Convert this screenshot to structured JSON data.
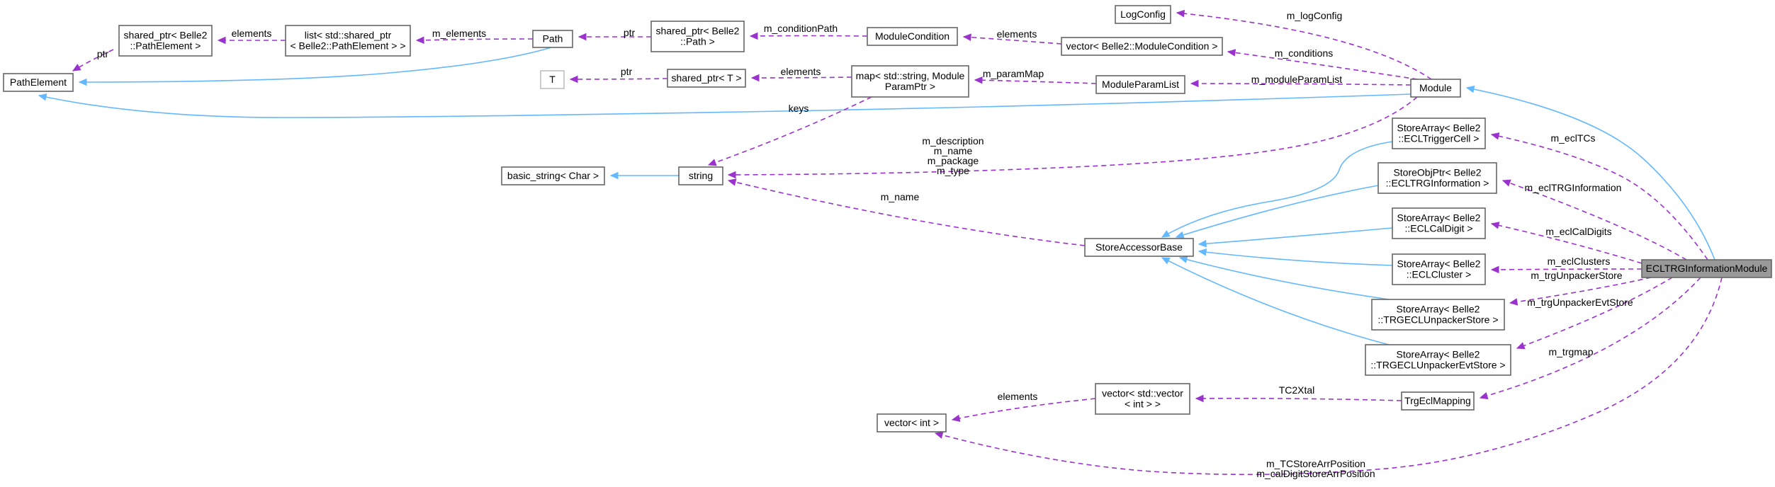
{
  "colors": {
    "inheritance_edge": "#63b8ff",
    "usage_edge": "#9a32cd",
    "node_border": "#666666",
    "focus_fill": "#999999",
    "template_border": "#bfbfbf"
  },
  "nodes": [
    {
      "id": "PathElement",
      "lines": [
        "PathElement"
      ]
    },
    {
      "id": "sp_PathElement",
      "lines": [
        "shared_ptr< Belle2",
        "::PathElement >"
      ]
    },
    {
      "id": "list_sp_PathElement",
      "lines": [
        "list< std::shared_ptr",
        "< Belle2::PathElement > >"
      ]
    },
    {
      "id": "Path",
      "lines": [
        "Path"
      ]
    },
    {
      "id": "sp_Path",
      "lines": [
        "shared_ptr< Belle2",
        "::Path >"
      ]
    },
    {
      "id": "ModuleCondition",
      "lines": [
        "ModuleCondition"
      ]
    },
    {
      "id": "vec_ModuleCondition",
      "lines": [
        "vector< Belle2::ModuleCondition >"
      ]
    },
    {
      "id": "LogConfig",
      "lines": [
        "LogConfig"
      ]
    },
    {
      "id": "T",
      "lines": [
        "T"
      ]
    },
    {
      "id": "sp_T",
      "lines": [
        "shared_ptr< T >"
      ]
    },
    {
      "id": "map_ModuleParamPtr",
      "lines": [
        "map< std::string, Module",
        "ParamPtr >"
      ]
    },
    {
      "id": "ModuleParamList",
      "lines": [
        "ModuleParamList"
      ]
    },
    {
      "id": "Module",
      "lines": [
        "Module"
      ]
    },
    {
      "id": "basic_string",
      "lines": [
        "basic_string< Char >"
      ]
    },
    {
      "id": "string",
      "lines": [
        "string"
      ]
    },
    {
      "id": "StoreAccessorBase",
      "lines": [
        "StoreAccessorBase"
      ]
    },
    {
      "id": "sa_ECLTriggerCell",
      "lines": [
        "StoreArray< Belle2",
        "::ECLTriggerCell >"
      ]
    },
    {
      "id": "sop_ECLTRGInformation",
      "lines": [
        "StoreObjPtr< Belle2",
        "::ECLTRGInformation >"
      ]
    },
    {
      "id": "sa_ECLCalDigit",
      "lines": [
        "StoreArray< Belle2",
        "::ECLCalDigit >"
      ]
    },
    {
      "id": "sa_ECLCluster",
      "lines": [
        "StoreArray< Belle2",
        "::ECLCluster >"
      ]
    },
    {
      "id": "sa_TRGECLUnpackerStore",
      "lines": [
        "StoreArray< Belle2",
        "::TRGECLUnpackerStore >"
      ]
    },
    {
      "id": "sa_TRGECLUnpackerEvtStore",
      "lines": [
        "StoreArray< Belle2",
        "::TRGECLUnpackerEvtStore >"
      ]
    },
    {
      "id": "ECLTRGInformationModule",
      "lines": [
        "ECLTRGInformationModule"
      ]
    },
    {
      "id": "TrgEclMapping",
      "lines": [
        "TrgEclMapping"
      ]
    },
    {
      "id": "vec_vec_int",
      "lines": [
        "vector< std::vector",
        "< int > >"
      ]
    },
    {
      "id": "vec_int",
      "lines": [
        "vector< int >"
      ]
    }
  ],
  "edges": [
    {
      "from": "sp_PathElement",
      "to": "PathElement",
      "kind": "usage",
      "labels": [
        "ptr"
      ]
    },
    {
      "from": "list_sp_PathElement",
      "to": "sp_PathElement",
      "kind": "usage",
      "labels": [
        "elements"
      ]
    },
    {
      "from": "Path",
      "to": "list_sp_PathElement",
      "kind": "usage",
      "labels": [
        "m_elements"
      ]
    },
    {
      "from": "Path",
      "to": "PathElement",
      "kind": "inheritance",
      "labels": []
    },
    {
      "from": "sp_Path",
      "to": "Path",
      "kind": "usage",
      "labels": [
        "ptr"
      ]
    },
    {
      "from": "ModuleCondition",
      "to": "sp_Path",
      "kind": "usage",
      "labels": [
        "m_conditionPath"
      ]
    },
    {
      "from": "vec_ModuleCondition",
      "to": "ModuleCondition",
      "kind": "usage",
      "labels": [
        "elements"
      ]
    },
    {
      "from": "Module",
      "to": "LogConfig",
      "kind": "usage",
      "labels": [
        "m_logConfig"
      ]
    },
    {
      "from": "Module",
      "to": "vec_ModuleCondition",
      "kind": "usage",
      "labels": [
        "m_conditions"
      ]
    },
    {
      "from": "Module",
      "to": "ModuleParamList",
      "kind": "usage",
      "labels": [
        "m_moduleParamList"
      ]
    },
    {
      "from": "ModuleParamList",
      "to": "map_ModuleParamPtr",
      "kind": "usage",
      "labels": [
        "m_paramMap"
      ]
    },
    {
      "from": "map_ModuleParamPtr",
      "to": "sp_T",
      "kind": "usage",
      "labels": [
        "elements"
      ]
    },
    {
      "from": "sp_T",
      "to": "T",
      "kind": "usage",
      "labels": [
        "ptr"
      ]
    },
    {
      "from": "Module",
      "to": "PathElement",
      "kind": "inheritance",
      "labels": []
    },
    {
      "from": "map_ModuleParamPtr",
      "to": "string",
      "kind": "usage",
      "labels": [
        "keys"
      ]
    },
    {
      "from": "Module",
      "to": "string",
      "kind": "usage",
      "labels": [
        "m_description",
        "m_name",
        "m_package",
        "m_type"
      ]
    },
    {
      "from": "string",
      "to": "basic_string",
      "kind": "inheritance",
      "labels": []
    },
    {
      "from": "StoreAccessorBase",
      "to": "string",
      "kind": "usage",
      "labels": [
        "m_name"
      ]
    },
    {
      "from": "sa_ECLTriggerCell",
      "to": "StoreAccessorBase",
      "kind": "inheritance",
      "labels": []
    },
    {
      "from": "sop_ECLTRGInformation",
      "to": "StoreAccessorBase",
      "kind": "inheritance",
      "labels": []
    },
    {
      "from": "sa_ECLCalDigit",
      "to": "StoreAccessorBase",
      "kind": "inheritance",
      "labels": []
    },
    {
      "from": "sa_ECLCluster",
      "to": "StoreAccessorBase",
      "kind": "inheritance",
      "labels": []
    },
    {
      "from": "sa_TRGECLUnpackerStore",
      "to": "StoreAccessorBase",
      "kind": "inheritance",
      "labels": []
    },
    {
      "from": "sa_TRGECLUnpackerEvtStore",
      "to": "StoreAccessorBase",
      "kind": "inheritance",
      "labels": []
    },
    {
      "from": "ECLTRGInformationModule",
      "to": "Module",
      "kind": "inheritance",
      "labels": []
    },
    {
      "from": "ECLTRGInformationModule",
      "to": "sa_ECLTriggerCell",
      "kind": "usage",
      "labels": [
        "m_eclTCs"
      ]
    },
    {
      "from": "ECLTRGInformationModule",
      "to": "sop_ECLTRGInformation",
      "kind": "usage",
      "labels": [
        "m_eclTRGInformation"
      ]
    },
    {
      "from": "ECLTRGInformationModule",
      "to": "sa_ECLCalDigit",
      "kind": "usage",
      "labels": [
        "m_eclCalDigits"
      ]
    },
    {
      "from": "ECLTRGInformationModule",
      "to": "sa_ECLCluster",
      "kind": "usage",
      "labels": [
        "m_eclClusters"
      ]
    },
    {
      "from": "ECLTRGInformationModule",
      "to": "sa_TRGECLUnpackerStore",
      "kind": "usage",
      "labels": [
        "m_trgUnpackerStore"
      ]
    },
    {
      "from": "ECLTRGInformationModule",
      "to": "sa_TRGECLUnpackerEvtStore",
      "kind": "usage",
      "labels": [
        "m_trgUnpackerEvtStore"
      ]
    },
    {
      "from": "ECLTRGInformationModule",
      "to": "TrgEclMapping",
      "kind": "usage",
      "labels": [
        "m_trgmap"
      ]
    },
    {
      "from": "TrgEclMapping",
      "to": "vec_vec_int",
      "kind": "usage",
      "labels": [
        "TC2Xtal"
      ]
    },
    {
      "from": "vec_vec_int",
      "to": "vec_int",
      "kind": "usage",
      "labels": [
        "elements"
      ]
    },
    {
      "from": "ECLTRGInformationModule",
      "to": "vec_int",
      "kind": "usage",
      "labels": [
        "m_TCStoreArrPosition",
        "m_calDigitStoreArrPosition"
      ]
    }
  ]
}
